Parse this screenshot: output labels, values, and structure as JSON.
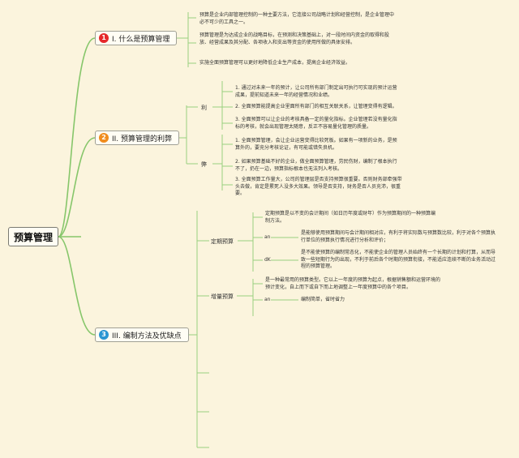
{
  "root": {
    "label": "预算管理"
  },
  "colors": {
    "red": "#e5282b",
    "orange": "#f08c1e",
    "blue": "#2a96d2",
    "line": "#86c66a"
  },
  "branches": [
    {
      "num": "1",
      "label": "I. 什么是预算管理",
      "items": [
        "预算是企业内部管理控制的一种主要方法，它连接公司战略计划和经营控制，是企业管理中必不可少的工具之一。",
        "预算管理是为达成企业的战略目标，在预测和决策基础上，对一段时间内资金的取得和投放、经营成果及其分配、各项收入和支出等资金的使用所做的具体安排。",
        "实施全面预算管理可以更好地降低企业生产成本，提高企业经济效益。"
      ]
    },
    {
      "num": "2",
      "label": "II. 预算管理的利弊",
      "pros": {
        "label": "利",
        "items": [
          "1. 通过对未来一年的预计，让公司所有部门制定出可执行可实现的预计运营成果，提前知道未来一年的经营情况和业绩。",
          "2. 全面预算能提高企业里面所有部门的相互关联关系，让管理变得有逻辑。",
          "3. 全面预算可以让企业的考核具备一定的量化指标。企业管理若没有量化指标的考核，就会出现管理太随意，反正不容易量化管理的质量。"
        ]
      },
      "cons": {
        "label": "弊",
        "items": [
          "1. 全面预算管理，会让企业运营变得比较死板。如果有一项新的业务，是预算外的，要充分考核论证，有可能或错失良机。",
          "2. 如果预算基础不好的企业，做全面预算管理，劳民伤财，编制了根本执行不了，扔在一边，预算指标根本也无法列入考核。",
          "3. 全面预算工作量大，公司的管理层是否支持预算很重要。否则财务部牵强带头去做，肯定是累死人没多大效果。领导是否支持，财务是否人员充沛，很重要。"
        ]
      }
    },
    {
      "num": "3",
      "label": "III. 编制方法及优缺点",
      "fixed": {
        "label": "定期预算",
        "desc": "定期预算是以不变的会计期间（如日历年度或财年）作为预算期间的一种预算编制方法。",
        "pro_tag": "an",
        "pro": "是能够使用预算期间与会计期间相对应，有利于将实际数与预算数比较，利于对各个预算执行单位的预算执行情况进行分析和评价；",
        "con_tag": "dK",
        "con": "是不能使预算的编制常态化，不能使企业的管理人员始终有一个长期的计划和打算，从而导致一些短期行为的出现，不利于前后各个时期的预算衔接，不能适应连续不断的业务活动过程的预算管理。"
      },
      "rolling": {
        "label": "增量预算",
        "desc": "是一种最常用的预算类型。它以上一年度的预算为起点，根据销售额和运营环境的预计变化，自上而下或自下而上地调整上一年度预算中的各个项目。",
        "pro_tag": "an",
        "pro": "编制简单，省时省力"
      }
    }
  ]
}
